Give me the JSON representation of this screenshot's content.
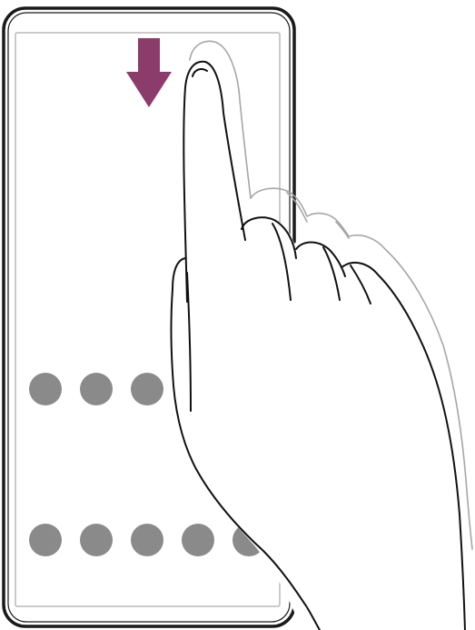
{
  "colors": {
    "background": "#ffffff",
    "phone_outline": "#1a1a1a",
    "screen_outline": "#b8b8b8",
    "arrow": "#8c3c6b",
    "app_dot": "#8a8a8a",
    "hand_outline": "#111111",
    "hand_ghost": "#a6a6a6"
  },
  "icons": {
    "arrow": "arrow-down-icon",
    "hand": "hand-swipe-icon",
    "dots": "app-icon"
  },
  "gesture": {
    "direction": "down",
    "origin": "top-edge"
  },
  "home_screen": {
    "row_1_dot_count": 3,
    "row_2_dot_count": 5
  }
}
